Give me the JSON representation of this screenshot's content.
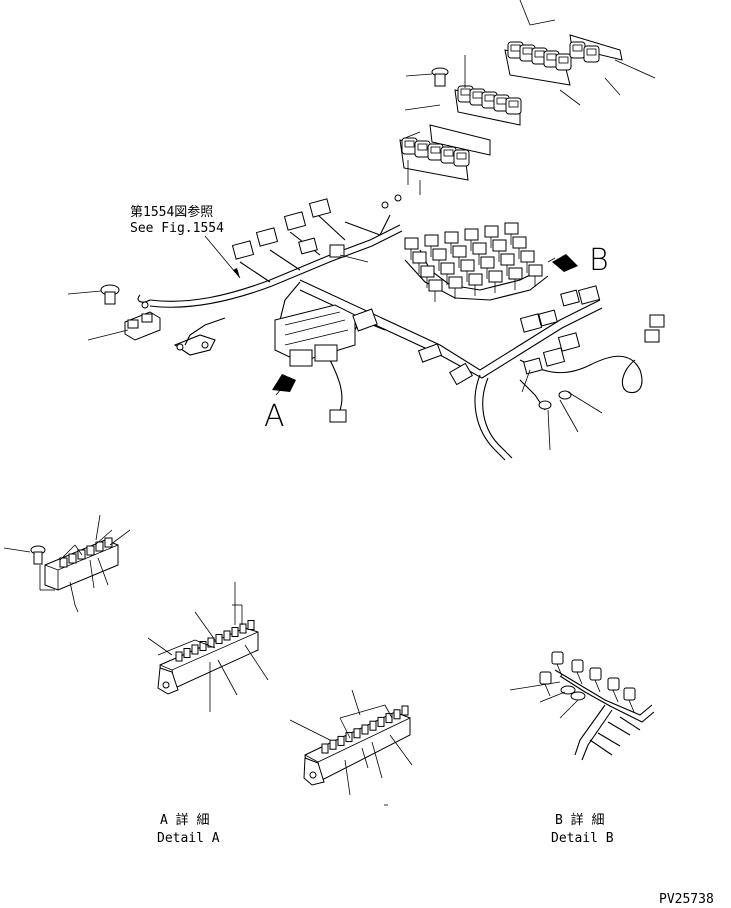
{
  "labels": {
    "ref_jp": "第1554図参照",
    "ref_en": "See Fig.1554",
    "view_a": "A",
    "view_b": "B",
    "detail_a_jp": "A 詳 細",
    "detail_a_en": "Detail A",
    "detail_b_jp": "B 詳 細",
    "detail_b_en": "Detail B",
    "figure_code": "PV25738"
  },
  "colors": {
    "line": "#000000",
    "background": "#ffffff"
  }
}
